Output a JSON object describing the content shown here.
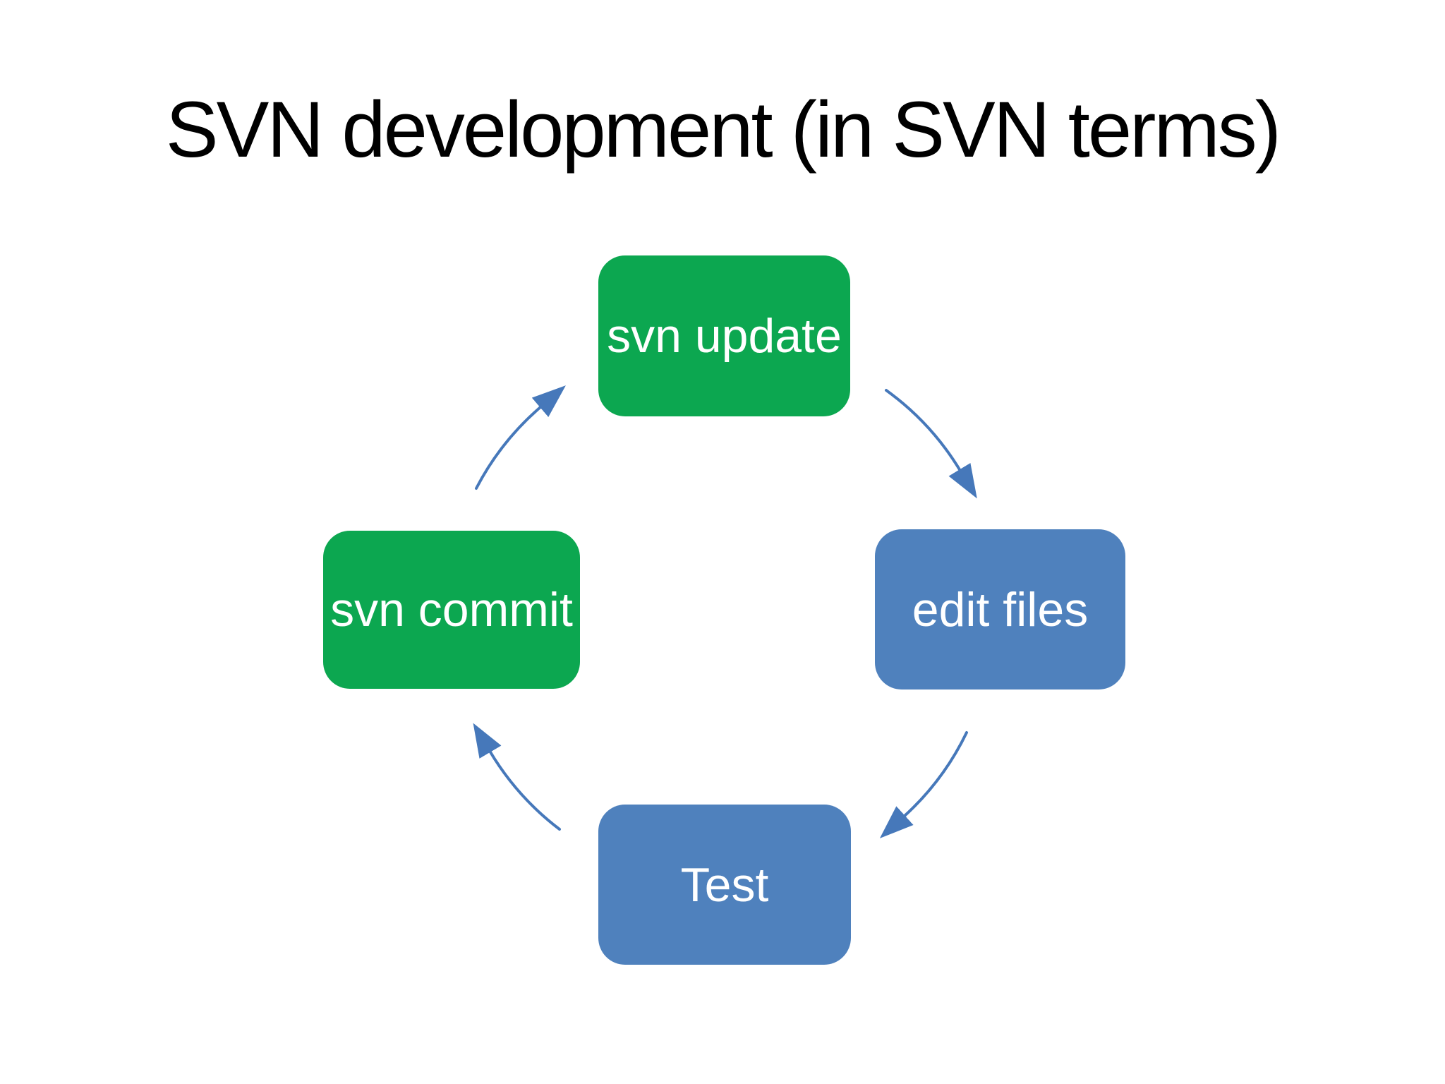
{
  "slide": {
    "title": "SVN development (in SVN terms)",
    "title_color": "#000000",
    "background_color": "#ffffff"
  },
  "diagram": {
    "type": "cycle",
    "direction": "clockwise",
    "arrow_color": "#4678ba",
    "nodes": [
      {
        "id": "svn-update",
        "label": "svn update",
        "fill": "#0ca750",
        "text_color": "#ffffff",
        "position": "top"
      },
      {
        "id": "edit-files",
        "label": "edit files",
        "fill": "#4f81bd",
        "text_color": "#ffffff",
        "position": "right"
      },
      {
        "id": "test",
        "label": "Test",
        "fill": "#4f81bd",
        "text_color": "#ffffff",
        "position": "bottom"
      },
      {
        "id": "svn-commit",
        "label": "svn commit",
        "fill": "#0ca750",
        "text_color": "#ffffff",
        "position": "left"
      }
    ],
    "edges": [
      {
        "from": "svn update",
        "to": "edit files"
      },
      {
        "from": "edit files",
        "to": "Test"
      },
      {
        "from": "Test",
        "to": "svn commit"
      },
      {
        "from": "svn commit",
        "to": "svn update"
      }
    ]
  }
}
